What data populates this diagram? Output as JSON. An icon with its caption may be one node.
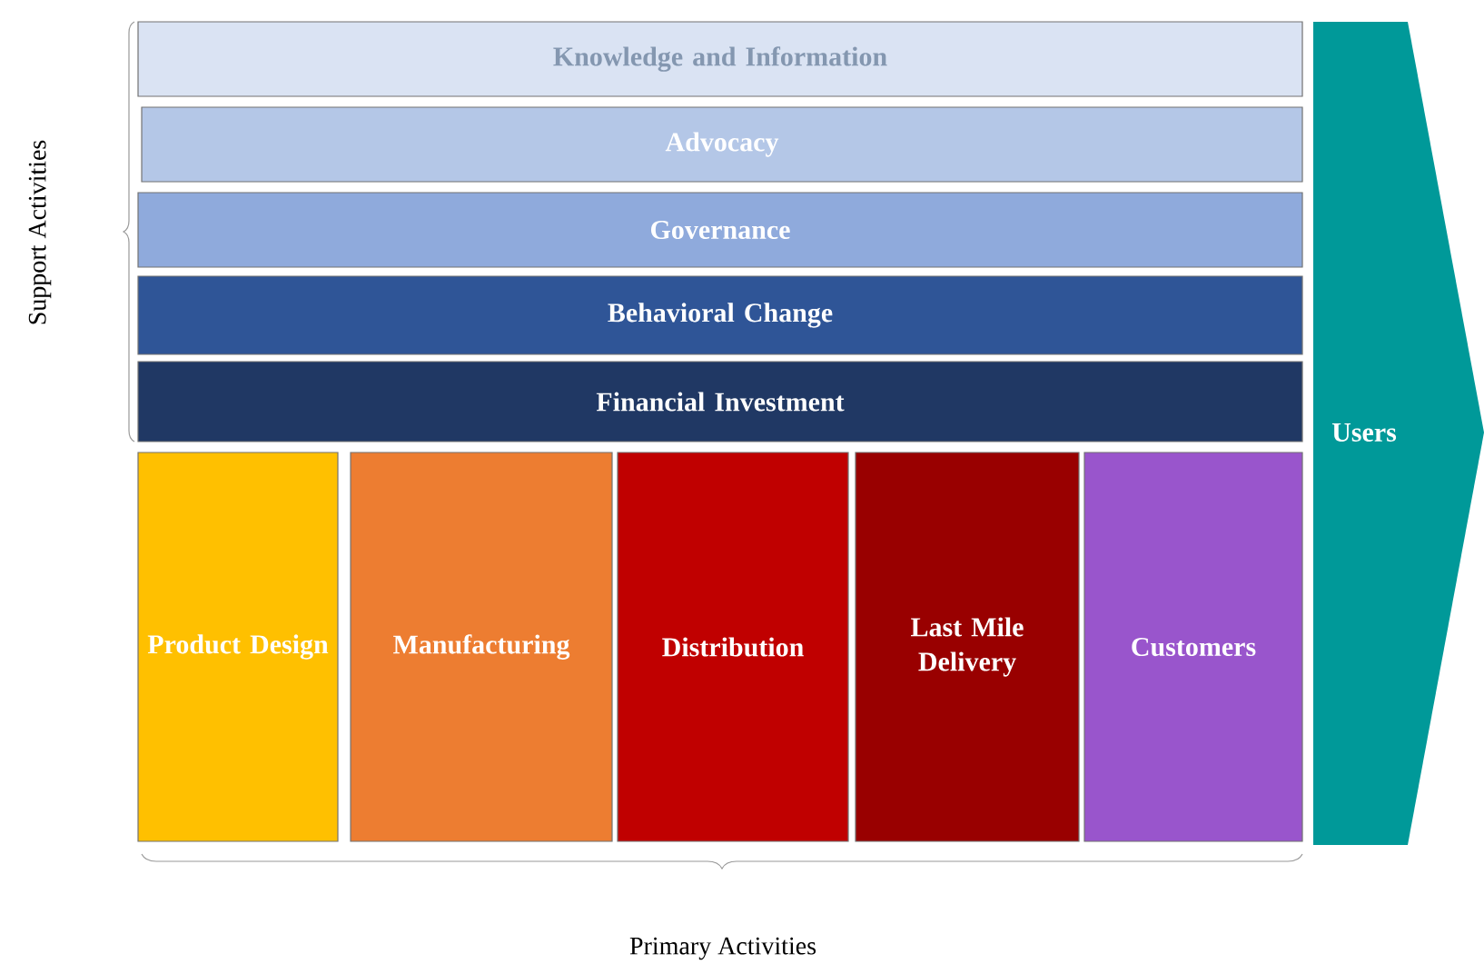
{
  "diagram": {
    "nodes": [
      {
        "text": [
          "Knowledge and Information"
        ]
      },
      {
        "text": [
          "Advocacy"
        ]
      },
      {
        "text": [
          "Governance"
        ]
      },
      {
        "text": [
          "Behavioral Change"
        ]
      },
      {
        "text": [
          "Financial Investment"
        ]
      },
      {
        "text": [
          "Product Design"
        ]
      },
      {
        "text": [
          "Manufacturing"
        ]
      },
      {
        "text": [
          "Distribution"
        ]
      },
      {
        "text": [
          "Last Mile Delivery"
        ]
      },
      {
        "text": [
          "Customers"
        ]
      },
      {
        "text": [
          "Users"
        ]
      }
    ],
    "labels": [
      "Support Activities",
      "Primary Activities"
    ]
  }
}
